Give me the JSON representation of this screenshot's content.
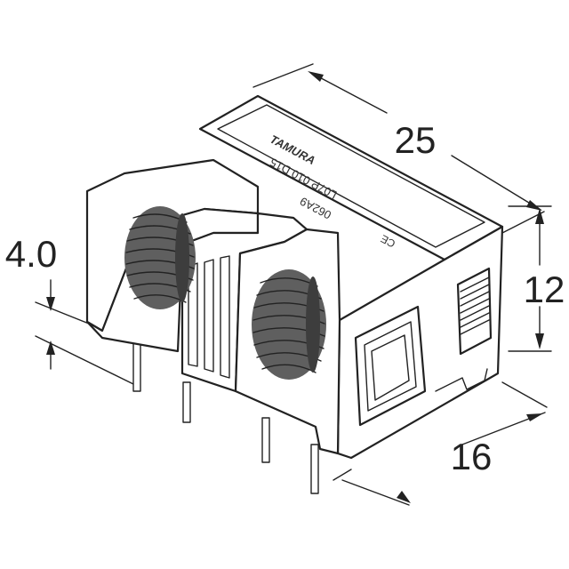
{
  "dimensions": {
    "length": "25",
    "height": "12",
    "width": "16",
    "pin_length": "4.0"
  },
  "label": {
    "brand": "TAMURA",
    "part_number": "L07P 010 D15",
    "lot_code": "062A9",
    "ce_mark": "CE"
  },
  "colors": {
    "line": "#222222",
    "coil": "#5f5f5f",
    "background": "#ffffff"
  }
}
